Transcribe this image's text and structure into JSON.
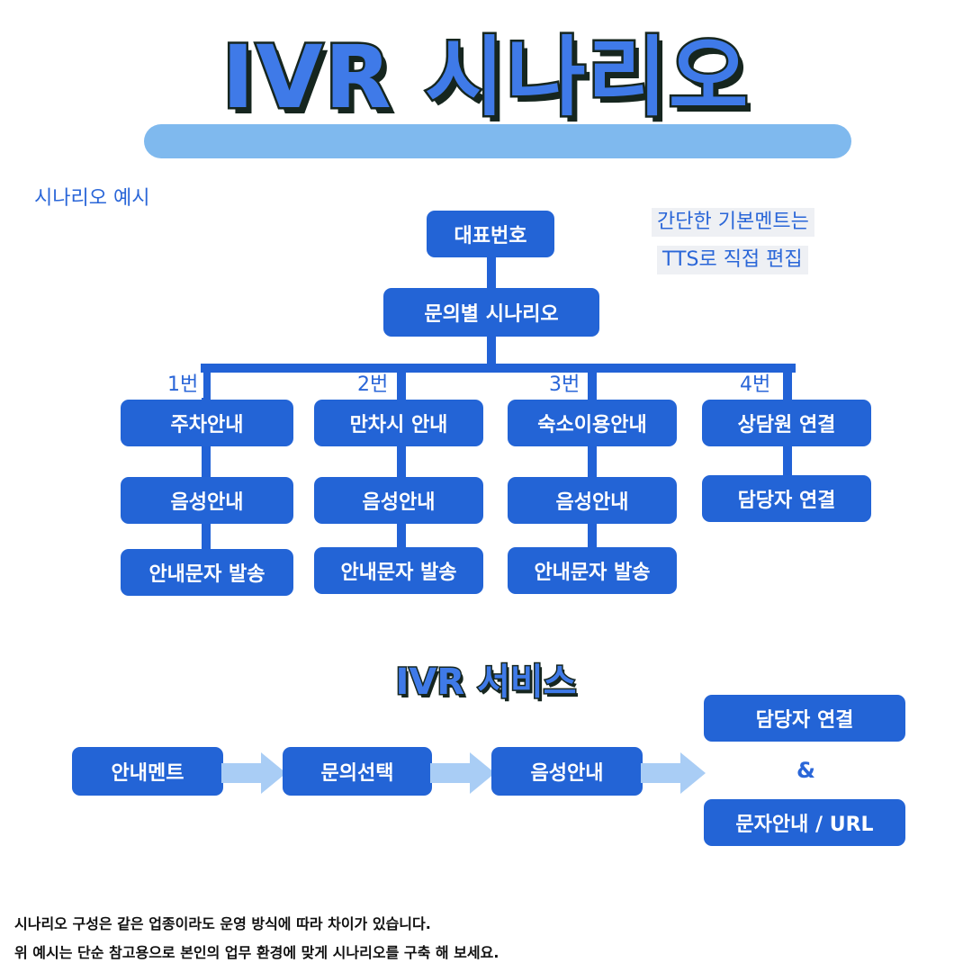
{
  "title": "IVR 시나리오",
  "subheading": "시나리오 예시",
  "note": {
    "line1": "간단한 기본멘트는",
    "line2": "TTS로 직접 편집"
  },
  "tree": {
    "root": "대표번호",
    "level2": "문의별 시나리오",
    "branches": [
      {
        "num": "1번",
        "items": [
          "주차안내",
          "음성안내",
          "안내문자 발송"
        ]
      },
      {
        "num": "2번",
        "items": [
          "만차시 안내",
          "음성안내",
          "안내문자 발송"
        ]
      },
      {
        "num": "3번",
        "items": [
          "숙소이용안내",
          "음성안내",
          "안내문자 발송"
        ]
      },
      {
        "num": "4번",
        "items": [
          "상담원 연결",
          "담당자 연결"
        ]
      }
    ]
  },
  "service": {
    "title": "IVR 서비스",
    "steps": [
      "안내멘트",
      "문의선택",
      "음성안내"
    ],
    "outcome_top": "담당자 연결",
    "amp": "&",
    "outcome_bottom": "문자안내 / URL"
  },
  "footer": {
    "line1": "시나리오 구성은 같은 업종이라도 운영 방식에 따라 차이가 있습니다.",
    "line2": "위 예시는 단순 참고용으로 본인의 업무 환경에 맞게 시나리오를 구축 해 보세요."
  },
  "colors": {
    "box": "#2364d6",
    "accent": "#2a66d8",
    "title_bar": "#7fb9ee",
    "arrow": "#a9cdf5"
  }
}
